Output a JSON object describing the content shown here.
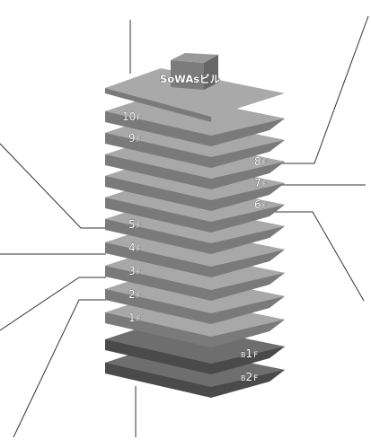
{
  "building": {
    "title": "SoWAsビル",
    "floors": [
      {
        "id": "10f",
        "num": "10",
        "suffix": "F",
        "prefix": "",
        "basement": false
      },
      {
        "id": "9f",
        "num": "9",
        "suffix": "F",
        "prefix": "",
        "basement": false
      },
      {
        "id": "8f",
        "num": "8",
        "suffix": "F",
        "prefix": "",
        "basement": false
      },
      {
        "id": "7f",
        "num": "7",
        "suffix": "F",
        "prefix": "",
        "basement": false
      },
      {
        "id": "6f",
        "num": "6",
        "suffix": "F",
        "prefix": "",
        "basement": false
      },
      {
        "id": "5f",
        "num": "5",
        "suffix": "F",
        "prefix": "",
        "basement": false
      },
      {
        "id": "4f",
        "num": "4",
        "suffix": "F",
        "prefix": "",
        "basement": false
      },
      {
        "id": "3f",
        "num": "3",
        "suffix": "F",
        "prefix": "",
        "basement": false
      },
      {
        "id": "2f",
        "num": "2",
        "suffix": "F",
        "prefix": "",
        "basement": false
      },
      {
        "id": "1f",
        "num": "1",
        "suffix": "F",
        "prefix": "",
        "basement": false
      },
      {
        "id": "b1f",
        "num": "1",
        "suffix": "F",
        "prefix": "B",
        "basement": true
      },
      {
        "id": "b2f",
        "num": "2",
        "suffix": "F",
        "prefix": "B",
        "basement": true
      }
    ]
  },
  "colors": {
    "floor_top": "#a8a8a8",
    "floor_side": "#7a7a7a",
    "basement_top": "#6e6e6e",
    "basement_side": "#4a4a4a",
    "roof": "#a9a9a9",
    "penthouse_front": "#7c7c7c",
    "penthouse_top": "#999999",
    "penthouse_side": "#666666",
    "leader_line": "#333333"
  }
}
